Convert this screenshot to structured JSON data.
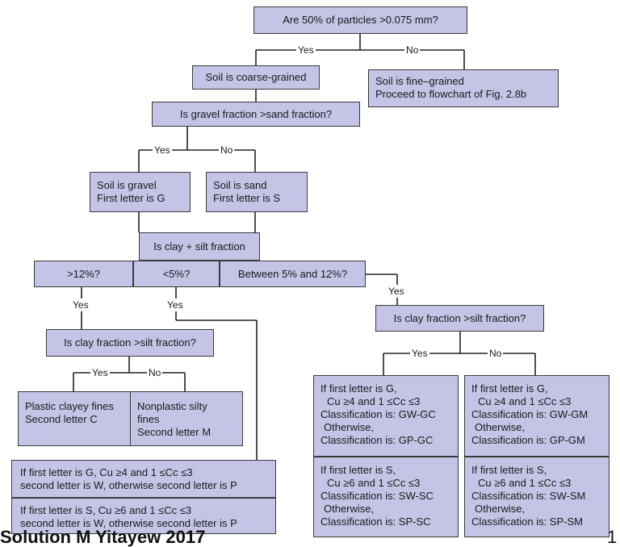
{
  "q_particles": "Are 50% of particles >0.075 mm?",
  "yes": "Yes",
  "no": "No",
  "coarse": "Soil is coarse-grained",
  "fine": [
    "Soil is fine–grained",
    "Proceed to flowchart of Fig. 2.8b"
  ],
  "q_gravel": "Is gravel fraction >sand fraction?",
  "gravel": [
    "Soil is gravel",
    "First letter is G"
  ],
  "sand": [
    "Soil is sand",
    "First letter is S"
  ],
  "q_fines": "Is clay + silt fraction",
  "opt_gt12": ">12%?",
  "opt_lt5": "<5%?",
  "opt_between": "Between 5% and 12%?",
  "q_clay_left": "Is clay fraction >silt fraction?",
  "q_clay_right": "Is clay fraction >silt fraction?",
  "plastic": [
    "Plastic clayey fines",
    "Second letter C"
  ],
  "nonplastic": [
    "Nonplastic silty",
    "fines",
    "Second letter M"
  ],
  "well_g": [
    "If first letter is G, Cu ≥4  and  1 ≤Cc ≤3",
    "second letter is W, otherwise second letter is P"
  ],
  "well_s": [
    "If first letter is S, Cu ≥6  and  1 ≤Cc ≤3",
    "second letter is W, otherwise second letter is P"
  ],
  "gw_gc": [
    "If first letter is G,",
    "Cu ≥4  and  1 ≤Cc ≤3",
    "Classification is: GW-GC",
    "Otherwise,",
    "Classification is: GP-GC"
  ],
  "gw_gm": [
    "If first letter is G,",
    "Cu ≥4  and  1 ≤Cc ≤3",
    "Classification is: GW-GM",
    "Otherwise,",
    "Classification is: GP-GM"
  ],
  "sw_sc": [
    "If first letter is S,",
    "Cu ≥6  and  1 ≤Cc ≤3",
    "Classification is: SW-SC",
    "Otherwise,",
    "Classification is: SP-SC"
  ],
  "sw_sm": [
    "If first letter is S,",
    "Cu ≥6  and  1 ≤Cc ≤3",
    "Classification is: SW-SM",
    "Otherwise,",
    "Classification is: SP-SM"
  ],
  "footer": "Solution  M Yitayew 2017",
  "page_num": "1"
}
